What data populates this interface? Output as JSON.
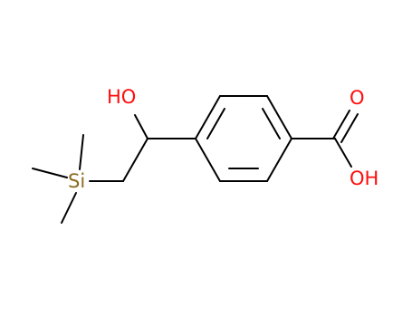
{
  "molecule": {
    "atoms": {
      "hydroxyl_oxygen": "HO",
      "silicon": "Si",
      "carbonyl_oxygen": "O",
      "acid_hydroxyl": "OH"
    },
    "colors": {
      "bond": "#000000",
      "oxygen": "#ff0d0d",
      "silicon": "#8c6d1f"
    }
  }
}
